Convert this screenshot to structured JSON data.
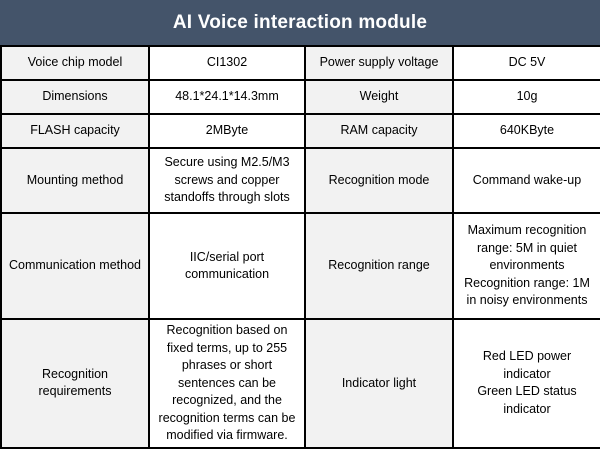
{
  "header": {
    "title": "AI Voice interaction module"
  },
  "colors": {
    "header_bg": "#44546A",
    "header_text": "#FFFFFF",
    "label_cell_bg": "#F2F2F2",
    "value_cell_bg": "#FFFFFF",
    "border": "#000000"
  },
  "table": {
    "rows": [
      {
        "c0": "Voice chip model",
        "c1": "CI1302",
        "c2": "Power supply voltage",
        "c3": "DC 5V"
      },
      {
        "c0": "Dimensions",
        "c1": "48.1*24.1*14.3mm",
        "c2": "Weight",
        "c3": "10g"
      },
      {
        "c0": "FLASH capacity",
        "c1": "2MByte",
        "c2": "RAM capacity",
        "c3": "640KByte"
      },
      {
        "c0": "Mounting method",
        "c1": "Secure using M2.5/M3 screws and copper standoffs through slots",
        "c2": "Recognition mode",
        "c3": "Command wake-up"
      },
      {
        "c0": "Communication method",
        "c1": "IIC/serial port communication",
        "c2": "Recognition range",
        "c3": "Maximum recognition range: 5M in quiet environments\nRecognition range: 1M in noisy environments"
      },
      {
        "c0": "Recognition requirements",
        "c1": "Recognition based on fixed terms, up to 255 phrases or short sentences can be recognized, and the recognition terms can be modified via firmware.",
        "c2": "Indicator light",
        "c3": "Red LED power indicator\nGreen LED status indicator"
      }
    ]
  }
}
